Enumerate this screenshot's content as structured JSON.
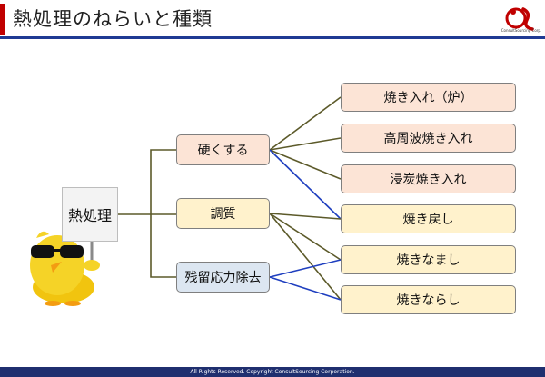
{
  "header": {
    "title": "熱処理のねらいと種類",
    "logo_text": "ConsultSourcing Corp."
  },
  "diagram": {
    "root": "熱処理",
    "goals": [
      "硬くする",
      "調質",
      "残留応力除去"
    ],
    "treatments": [
      "焼き入れ（炉）",
      "高周波焼き入れ",
      "浸炭焼き入れ",
      "焼き戻し",
      "焼きなまし",
      "焼きならし"
    ]
  },
  "colors": {
    "accent_red": "#c00000",
    "header_rule": "#1f3a93",
    "footer_bar": "#1f2f6f",
    "hardening_fill": "#fce4d6",
    "tempering_fill": "#fff2cc",
    "stress_relief_fill": "#dce6f1",
    "connector_olive": "#5c5a2a",
    "connector_blue": "#1f3fbf"
  },
  "footer": {
    "copyright": "All Rights Reserved. Copyright  ConsultSourcing Corporation."
  }
}
